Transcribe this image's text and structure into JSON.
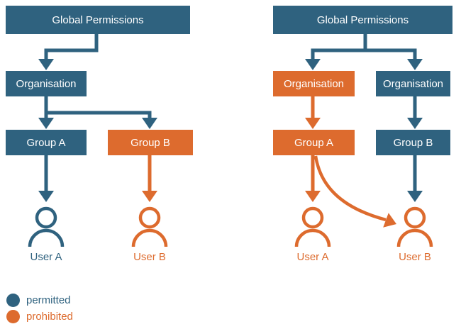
{
  "colors": {
    "permitted": "#2F627F",
    "prohibited": "#DD6B2E",
    "box_text": "#FFFFFF",
    "background": "#FFFFFF"
  },
  "diagram_left": {
    "root": "Global Permissions",
    "organisation": "Organisation",
    "group_a": "Group A",
    "group_b": "Group B",
    "user_a": "User A",
    "user_b": "User B"
  },
  "diagram_right": {
    "root": "Global Permissions",
    "organisation_a": "Organisation",
    "organisation_b": "Organisation",
    "group_a": "Group A",
    "group_b": "Group B",
    "user_a": "User A",
    "user_b": "User B"
  },
  "legend": {
    "permitted_label": "permitted",
    "prohibited_label": "prohibited"
  }
}
